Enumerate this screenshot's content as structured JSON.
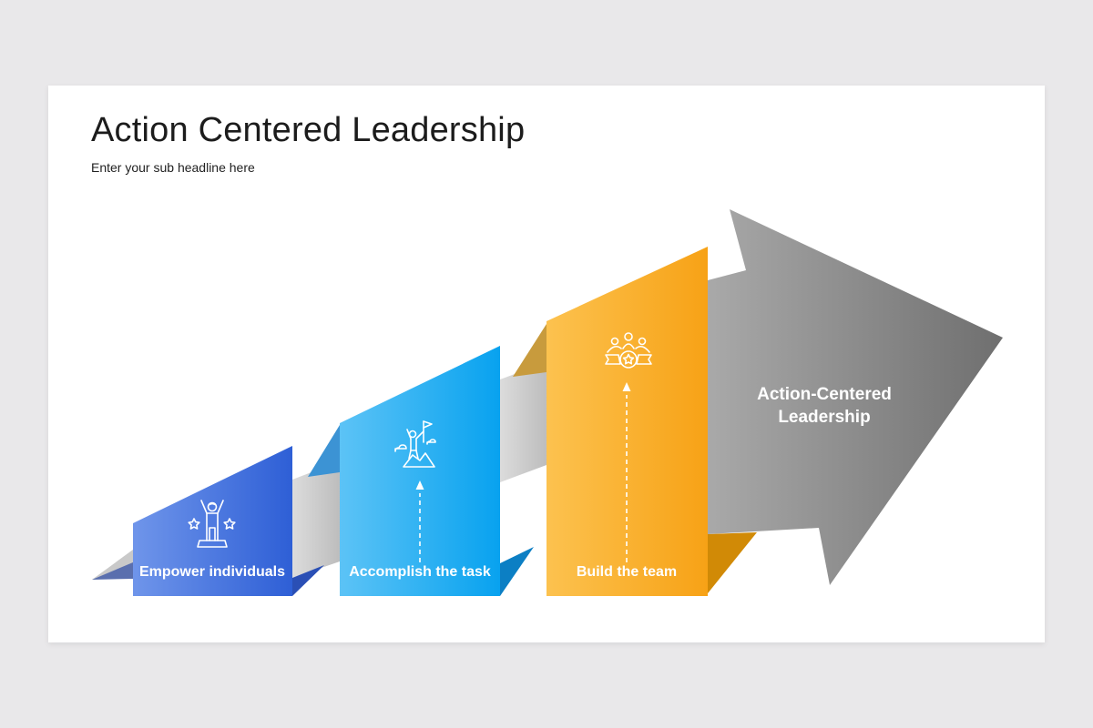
{
  "slide": {
    "title": "Action Centered Leadership",
    "subtitle": "Enter your sub headline here"
  },
  "arrow": {
    "label_line1": "Action-Centered",
    "label_line2": "Leadership",
    "color": "#8a8a8a"
  },
  "steps": [
    {
      "label": "Empower individuals",
      "icon": "person-celebrating-icon",
      "color": "#3f6fdc"
    },
    {
      "label": "Accomplish the task",
      "icon": "person-on-mountain-with-flag-icon",
      "color": "#1eaaf1"
    },
    {
      "label": "Build the team",
      "icon": "team-with-star-icon",
      "color": "#f9a61e"
    }
  ]
}
